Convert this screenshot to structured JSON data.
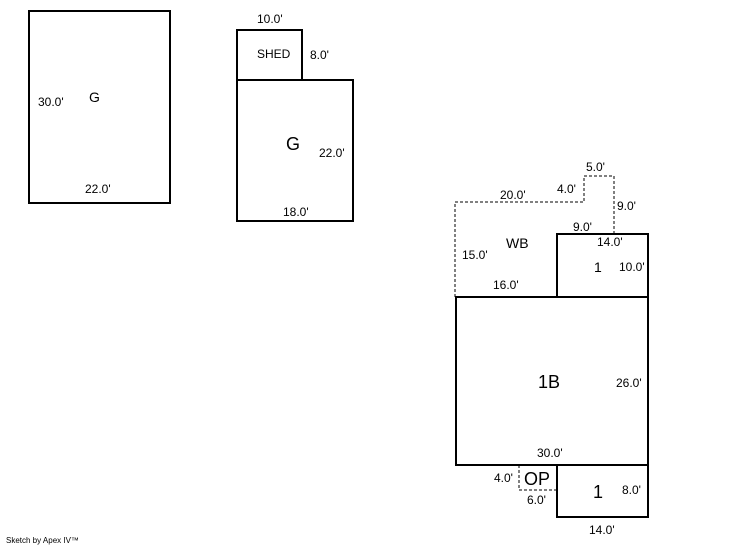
{
  "structures": {
    "garage1": {
      "label": "G",
      "dims": [
        "30.0'",
        "22.0'"
      ]
    },
    "shed": {
      "label": "SHED",
      "dims": [
        "10.0'",
        "8.0'"
      ]
    },
    "garage2": {
      "label": "G",
      "dims": [
        "22.0'",
        "18.0'"
      ]
    },
    "wb": {
      "label": "WB",
      "dims": [
        "5.0'",
        "4.0'",
        "20.0'",
        "9.0'",
        "9.0'",
        "15.0'",
        "16.0'"
      ]
    },
    "upper1": {
      "label": "1",
      "dims": [
        "14.0'",
        "10.0'"
      ]
    },
    "main": {
      "label": "1B",
      "dims": [
        "26.0'",
        "30.0'"
      ]
    },
    "op": {
      "label": "OP",
      "dims": [
        "4.0'",
        "6.0'"
      ]
    },
    "lower1": {
      "label": "1",
      "dims": [
        "8.0'",
        "14.0'"
      ]
    }
  },
  "credit": "Sketch by Apex IV™"
}
